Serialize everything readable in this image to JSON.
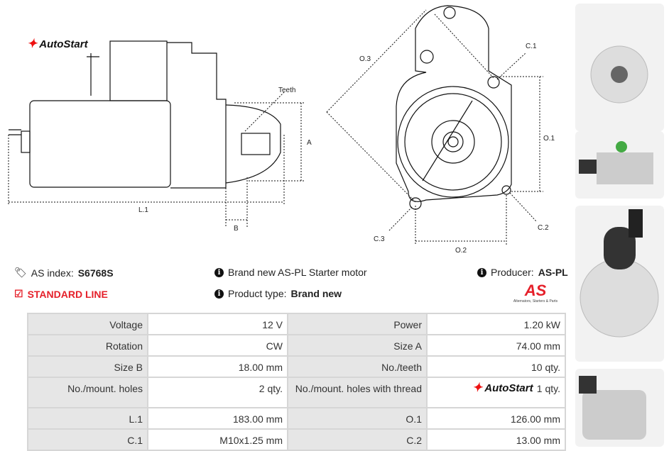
{
  "brand": {
    "logo_text": "AutoStart"
  },
  "drawing": {
    "labels": {
      "teeth": "Teeth",
      "a": "A",
      "b": "B",
      "l1": "L.1",
      "o3": "O.3",
      "c1": "C.1",
      "o1": "O.1",
      "c2": "C.2",
      "c3": "C.3",
      "o2": "O.2"
    }
  },
  "info": {
    "as_index_label": "AS index:",
    "as_index_value": "S6768S",
    "line": "STANDARD LINE",
    "description": "Brand new AS-PL Starter motor",
    "product_type_label": "Product type:",
    "product_type_value": "Brand new",
    "producer_label": "Producer:",
    "producer_value": "AS-PL",
    "producer_logo": "AS",
    "producer_tagline": "Alternators, Starters & Parts"
  },
  "specs": [
    [
      "Voltage",
      "12 V",
      "Power",
      "1.20 kW"
    ],
    [
      "Rotation",
      "CW",
      "Size A",
      "74.00 mm"
    ],
    [
      "Size B",
      "18.00 mm",
      "No./teeth",
      "10 qty."
    ],
    [
      "No./mount. holes",
      "2 qty.",
      "No./mount. holes with thread",
      "1 qty."
    ],
    [
      "L.1",
      "183.00 mm",
      "O.1",
      "126.00 mm"
    ],
    [
      "C.1",
      "M10x1.25 mm",
      "C.2",
      "13.00 mm"
    ]
  ],
  "colors": {
    "accent": "#e5202a"
  }
}
